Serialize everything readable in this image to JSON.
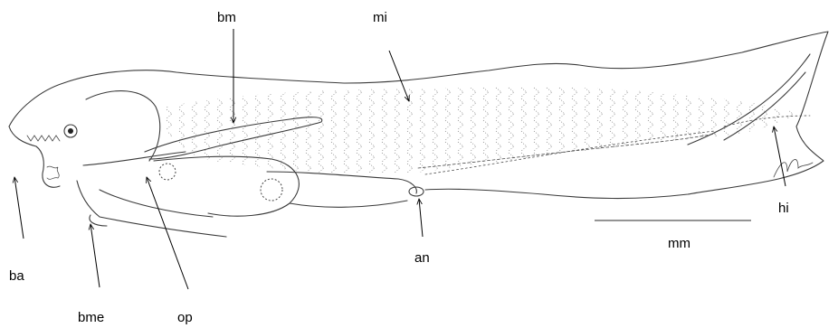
{
  "labels": {
    "bm": "bm",
    "mi": "mi",
    "hi": "hi",
    "an": "an",
    "ba": "ba",
    "bme": "bme",
    "op": "op",
    "mm": "mm"
  }
}
